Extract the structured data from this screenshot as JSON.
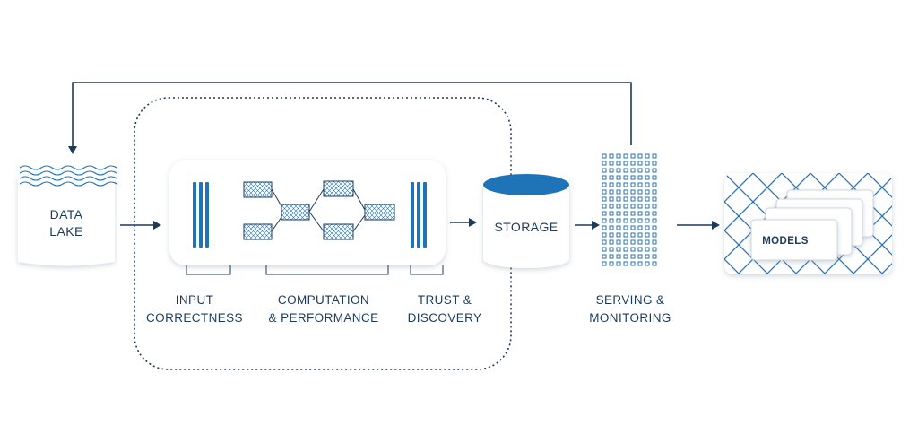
{
  "colors": {
    "navy": "#1c3b5a",
    "blue": "#1f73b7",
    "light_blue": "#7ab0d8",
    "grid_blue": "#2a72b5",
    "card_shadow": "#cfd5dc"
  },
  "nodes": {
    "data_lake": {
      "line1": "DATA",
      "line2": "LAKE",
      "icon": "wave-icon"
    },
    "storage": {
      "label": "STORAGE",
      "icon": "database-icon"
    },
    "models": {
      "label": "MODELS",
      "icon": "stack-icon"
    }
  },
  "stages": {
    "input": {
      "line1": "INPUT",
      "line2": "CORRECTNESS"
    },
    "computation": {
      "line1": "COMPUTATION",
      "line2": "& PERFORMANCE"
    },
    "trust": {
      "line1": "TRUST &",
      "line2": "DISCOVERY"
    },
    "serving": {
      "line1": "SERVING &",
      "line2": "MONITORING"
    }
  }
}
